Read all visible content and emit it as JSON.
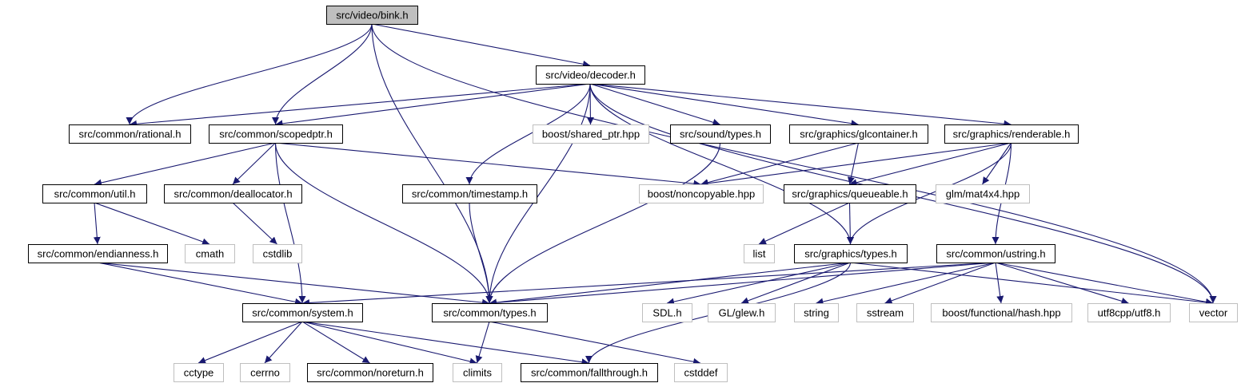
{
  "graph": {
    "nodes": [
      {
        "id": "bink",
        "label": "src/video/bink.h",
        "kind": "root",
        "interactable": false
      },
      {
        "id": "decoder",
        "label": "src/video/decoder.h",
        "kind": "link",
        "interactable": true
      },
      {
        "id": "rational",
        "label": "src/common/rational.h",
        "kind": "link",
        "interactable": true
      },
      {
        "id": "scopedptr",
        "label": "src/common/scopedptr.h",
        "kind": "link",
        "interactable": true
      },
      {
        "id": "shared_ptr",
        "label": "boost/shared_ptr.hpp",
        "kind": "external",
        "interactable": false
      },
      {
        "id": "sound_types",
        "label": "src/sound/types.h",
        "kind": "link",
        "interactable": true
      },
      {
        "id": "glcontainer",
        "label": "src/graphics/glcontainer.h",
        "kind": "link",
        "interactable": true
      },
      {
        "id": "renderable",
        "label": "src/graphics/renderable.h",
        "kind": "link",
        "interactable": true
      },
      {
        "id": "util",
        "label": "src/common/util.h",
        "kind": "link",
        "interactable": true
      },
      {
        "id": "deallocator",
        "label": "src/common/deallocator.h",
        "kind": "link",
        "interactable": true
      },
      {
        "id": "timestamp",
        "label": "src/common/timestamp.h",
        "kind": "link",
        "interactable": true
      },
      {
        "id": "noncopyable",
        "label": "boost/noncopyable.hpp",
        "kind": "external",
        "interactable": false
      },
      {
        "id": "queueable",
        "label": "src/graphics/queueable.h",
        "kind": "link",
        "interactable": true
      },
      {
        "id": "mat4x4",
        "label": "glm/mat4x4.hpp",
        "kind": "external",
        "interactable": false
      },
      {
        "id": "endianness",
        "label": "src/common/endianness.h",
        "kind": "link",
        "interactable": true
      },
      {
        "id": "cmath",
        "label": "cmath",
        "kind": "external",
        "interactable": false
      },
      {
        "id": "cstdlib",
        "label": "cstdlib",
        "kind": "external",
        "interactable": false
      },
      {
        "id": "list",
        "label": "list",
        "kind": "external",
        "interactable": false
      },
      {
        "id": "graphics_types",
        "label": "src/graphics/types.h",
        "kind": "link",
        "interactable": true
      },
      {
        "id": "ustring",
        "label": "src/common/ustring.h",
        "kind": "link",
        "interactable": true
      },
      {
        "id": "system",
        "label": "src/common/system.h",
        "kind": "link",
        "interactable": true
      },
      {
        "id": "common_types",
        "label": "src/common/types.h",
        "kind": "link",
        "interactable": true
      },
      {
        "id": "sdl",
        "label": "SDL.h",
        "kind": "external",
        "interactable": false
      },
      {
        "id": "glew",
        "label": "GL/glew.h",
        "kind": "external",
        "interactable": false
      },
      {
        "id": "string",
        "label": "string",
        "kind": "external",
        "interactable": false
      },
      {
        "id": "sstream",
        "label": "sstream",
        "kind": "external",
        "interactable": false
      },
      {
        "id": "hash",
        "label": "boost/functional/hash.hpp",
        "kind": "external",
        "interactable": false
      },
      {
        "id": "utf8",
        "label": "utf8cpp/utf8.h",
        "kind": "external",
        "interactable": false
      },
      {
        "id": "vector",
        "label": "vector",
        "kind": "external",
        "interactable": false
      },
      {
        "id": "cctype",
        "label": "cctype",
        "kind": "external",
        "interactable": false
      },
      {
        "id": "cerrno",
        "label": "cerrno",
        "kind": "external",
        "interactable": false
      },
      {
        "id": "noreturn",
        "label": "src/common/noreturn.h",
        "kind": "link",
        "interactable": true
      },
      {
        "id": "climits",
        "label": "climits",
        "kind": "external",
        "interactable": false
      },
      {
        "id": "fallthrough",
        "label": "src/common/fallthrough.h",
        "kind": "link",
        "interactable": true
      },
      {
        "id": "cstddef",
        "label": "cstddef",
        "kind": "external",
        "interactable": false
      }
    ],
    "edges": [
      [
        "bink",
        "decoder"
      ],
      [
        "bink",
        "rational"
      ],
      [
        "bink",
        "scopedptr"
      ],
      [
        "bink",
        "common_types"
      ],
      [
        "bink",
        "vector"
      ],
      [
        "decoder",
        "rational"
      ],
      [
        "decoder",
        "scopedptr"
      ],
      [
        "decoder",
        "shared_ptr"
      ],
      [
        "decoder",
        "sound_types"
      ],
      [
        "decoder",
        "glcontainer"
      ],
      [
        "decoder",
        "renderable"
      ],
      [
        "decoder",
        "timestamp"
      ],
      [
        "decoder",
        "common_types"
      ],
      [
        "decoder",
        "graphics_types"
      ],
      [
        "decoder",
        "vector"
      ],
      [
        "scopedptr",
        "util"
      ],
      [
        "scopedptr",
        "deallocator"
      ],
      [
        "scopedptr",
        "noncopyable"
      ],
      [
        "scopedptr",
        "system"
      ],
      [
        "scopedptr",
        "common_types"
      ],
      [
        "sound_types",
        "common_types"
      ],
      [
        "glcontainer",
        "noncopyable"
      ],
      [
        "glcontainer",
        "queueable"
      ],
      [
        "renderable",
        "noncopyable"
      ],
      [
        "renderable",
        "queueable"
      ],
      [
        "renderable",
        "mat4x4"
      ],
      [
        "renderable",
        "graphics_types"
      ],
      [
        "renderable",
        "ustring"
      ],
      [
        "util",
        "endianness"
      ],
      [
        "util",
        "cmath"
      ],
      [
        "deallocator",
        "cstdlib"
      ],
      [
        "timestamp",
        "common_types"
      ],
      [
        "queueable",
        "list"
      ],
      [
        "queueable",
        "graphics_types"
      ],
      [
        "endianness",
        "system"
      ],
      [
        "endianness",
        "common_types"
      ],
      [
        "graphics_types",
        "common_types"
      ],
      [
        "graphics_types",
        "sdl"
      ],
      [
        "graphics_types",
        "glew"
      ],
      [
        "graphics_types",
        "fallthrough"
      ],
      [
        "graphics_types",
        "vector"
      ],
      [
        "ustring",
        "system"
      ],
      [
        "ustring",
        "common_types"
      ],
      [
        "ustring",
        "string"
      ],
      [
        "ustring",
        "sstream"
      ],
      [
        "ustring",
        "hash"
      ],
      [
        "ustring",
        "utf8"
      ],
      [
        "ustring",
        "vector"
      ],
      [
        "system",
        "cctype"
      ],
      [
        "system",
        "cerrno"
      ],
      [
        "system",
        "noreturn"
      ],
      [
        "system",
        "climits"
      ],
      [
        "system",
        "fallthrough"
      ],
      [
        "common_types",
        "climits"
      ],
      [
        "common_types",
        "cstddef"
      ]
    ]
  },
  "colors": {
    "edge": "#191970",
    "link_border": "#000000",
    "external_border": "#bfbfbf",
    "root_fill": "#bfbfbf",
    "node_fill": "#ffffff",
    "text": "#000000"
  }
}
